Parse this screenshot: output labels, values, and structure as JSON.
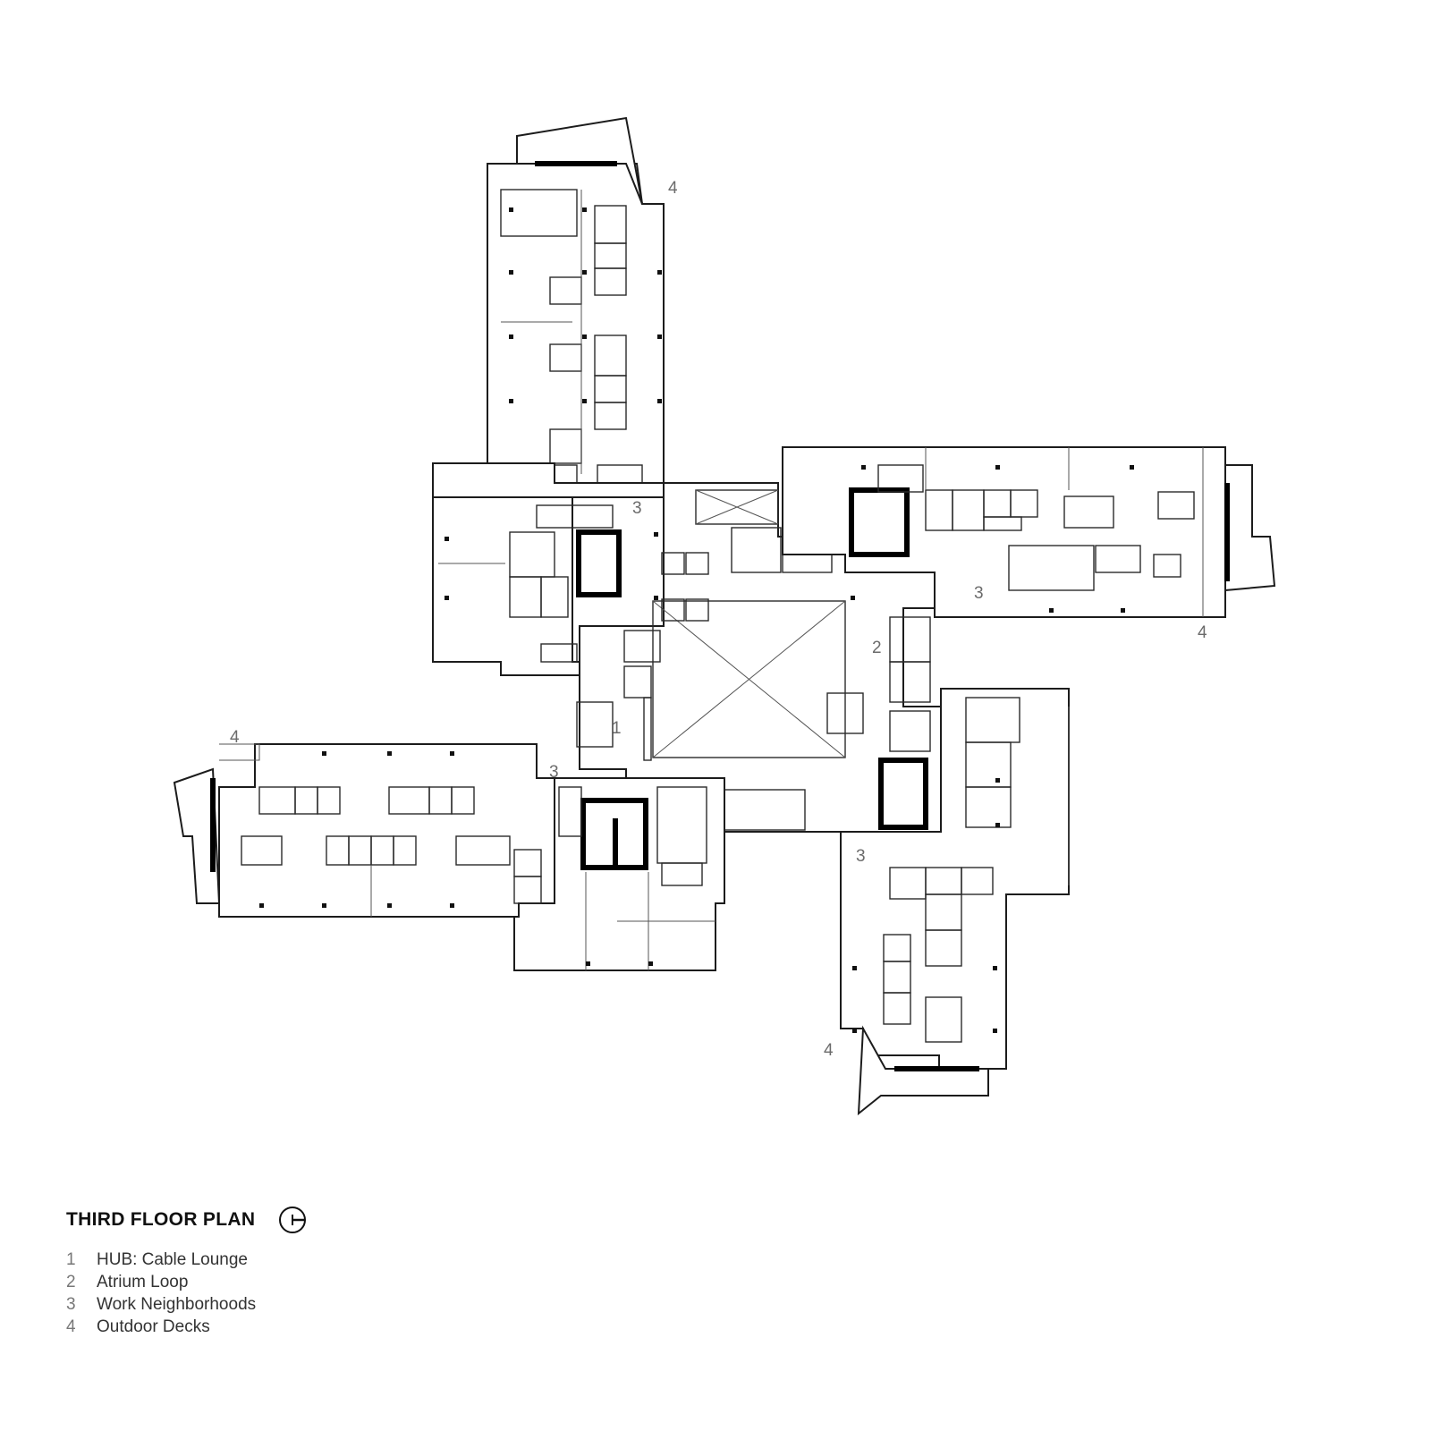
{
  "plan": {
    "title": "THIRD FLOOR PLAN",
    "north_symbol": "north-arrow-icon"
  },
  "callouts": [
    "1",
    "2",
    "3",
    "3",
    "3",
    "3",
    "4",
    "4",
    "4",
    "4"
  ],
  "legend": [
    {
      "number": "1",
      "label": "HUB: Cable Lounge"
    },
    {
      "number": "2",
      "label": "Atrium Loop"
    },
    {
      "number": "3",
      "label": "Work Neighborhoods"
    },
    {
      "number": "4",
      "label": "Outdoor Decks"
    }
  ]
}
